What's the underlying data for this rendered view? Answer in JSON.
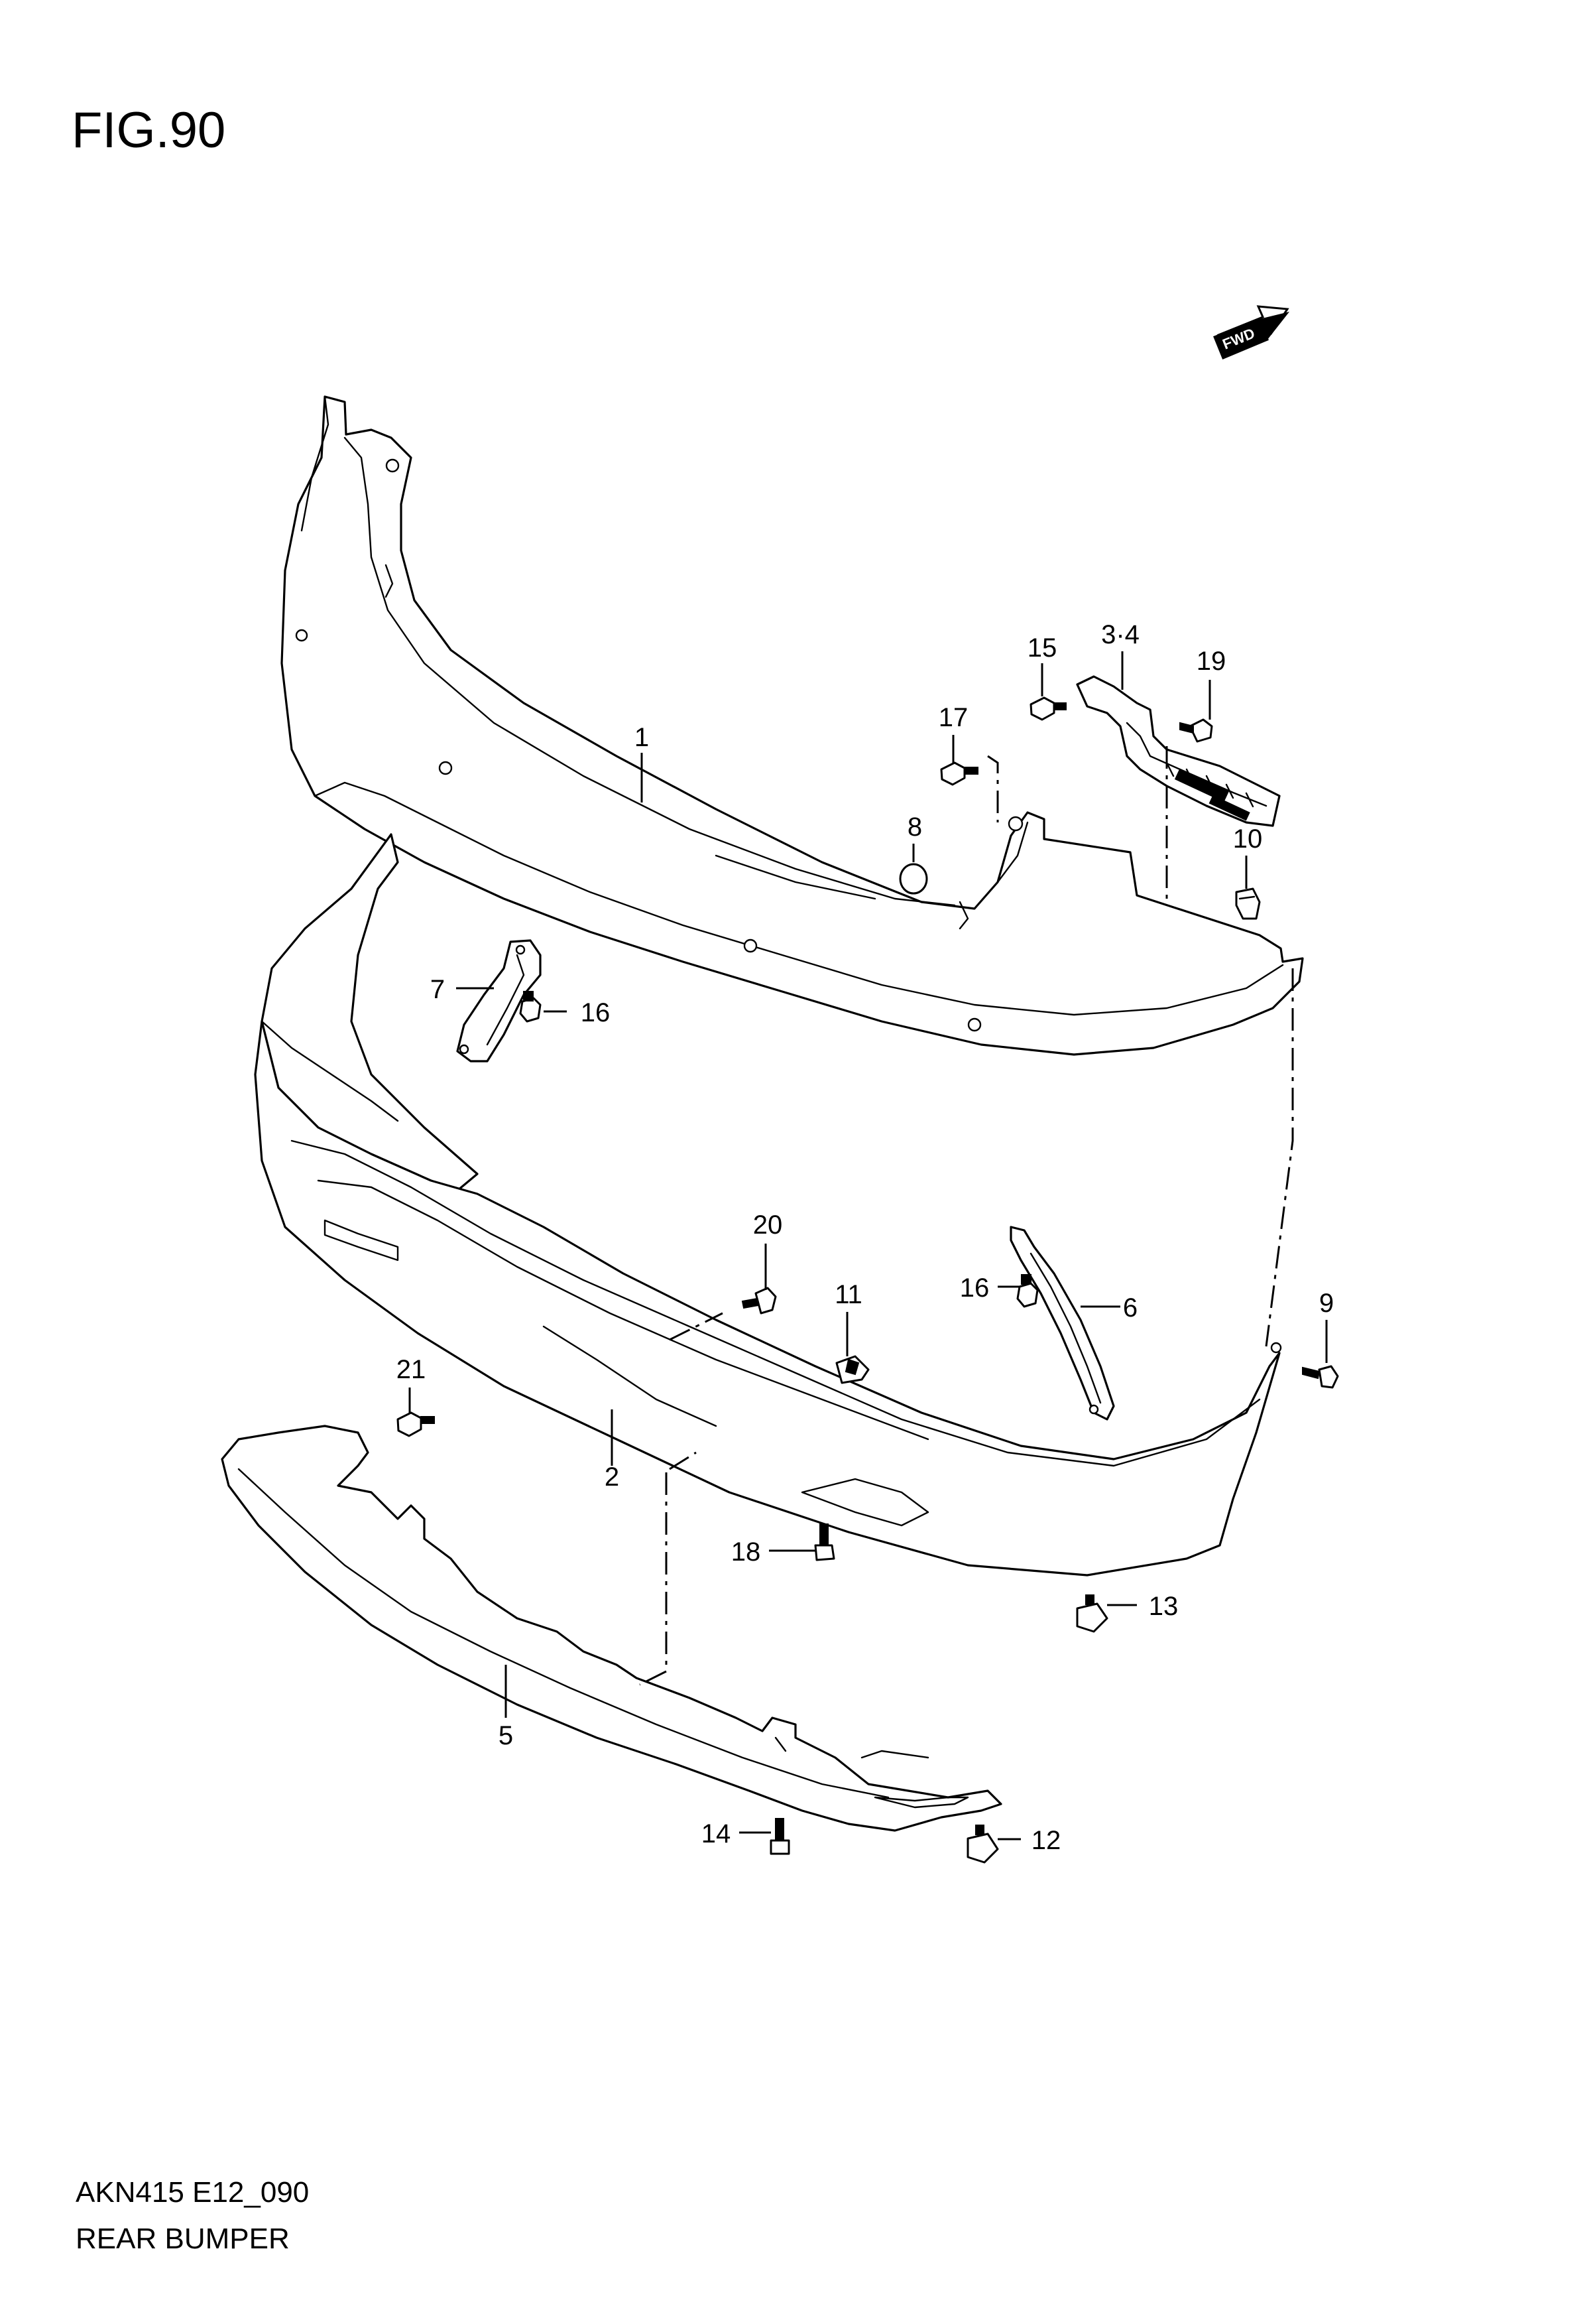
{
  "figure": {
    "title": "FIG.90",
    "code": "AKN415 E12_090",
    "name": "REAR BUMPER",
    "direction_badge": "FWD"
  },
  "callouts": [
    {
      "id": "c1",
      "label": "1"
    },
    {
      "id": "c2",
      "label": "2"
    },
    {
      "id": "c34",
      "label": "3·4"
    },
    {
      "id": "c5",
      "label": "5"
    },
    {
      "id": "c6",
      "label": "6"
    },
    {
      "id": "c7",
      "label": "7"
    },
    {
      "id": "c8",
      "label": "8"
    },
    {
      "id": "c9",
      "label": "9"
    },
    {
      "id": "c10",
      "label": "10"
    },
    {
      "id": "c11",
      "label": "11"
    },
    {
      "id": "c12",
      "label": "12"
    },
    {
      "id": "c13",
      "label": "13"
    },
    {
      "id": "c14",
      "label": "14"
    },
    {
      "id": "c15",
      "label": "15"
    },
    {
      "id": "c16a",
      "label": "16"
    },
    {
      "id": "c16b",
      "label": "16"
    },
    {
      "id": "c17",
      "label": "17"
    },
    {
      "id": "c18",
      "label": "18"
    },
    {
      "id": "c19",
      "label": "19"
    },
    {
      "id": "c20",
      "label": "20"
    },
    {
      "id": "c21",
      "label": "21"
    }
  ]
}
